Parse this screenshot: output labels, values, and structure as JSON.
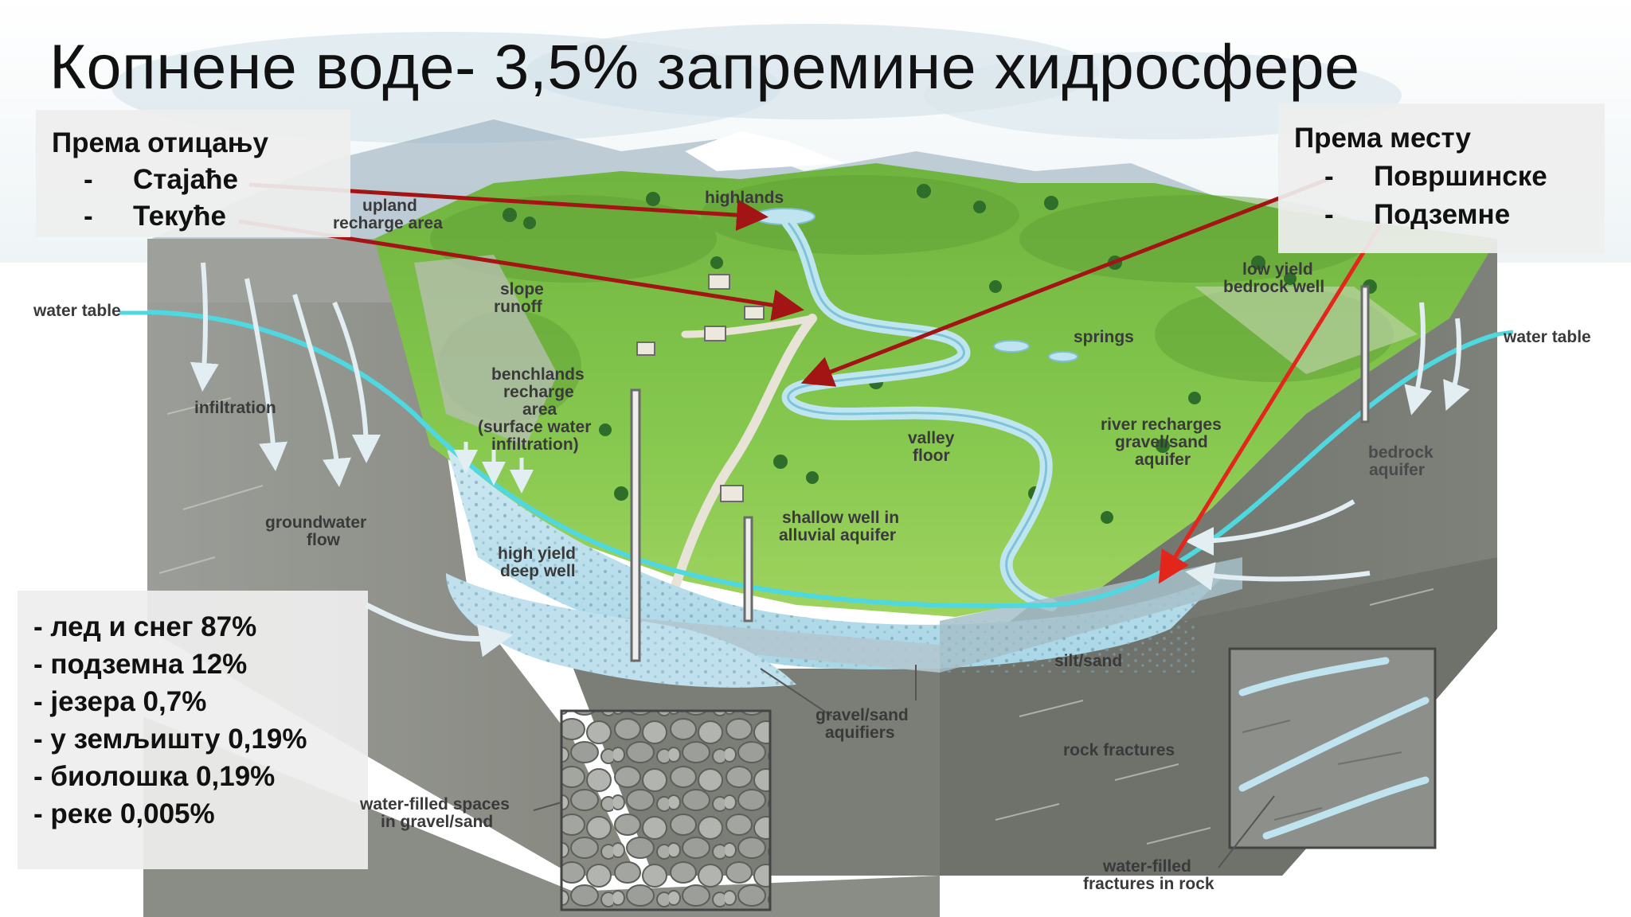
{
  "title": "Копнене воде- 3,5% запремине хидросфере",
  "left_panel": {
    "heading": "Према отицању",
    "items": [
      "Стајаће",
      "Текуће"
    ]
  },
  "right_panel": {
    "heading": "Према месту",
    "items": [
      "Површинске",
      "Подземне"
    ]
  },
  "stats": [
    "- лед и снег 87%",
    "- подземна 12%",
    "- језера 0,7%",
    "- у земљишту 0,19%",
    "- биолошка 0,19%",
    "- реке 0,005%"
  ],
  "diagram_labels": {
    "highlands": "highlands",
    "upland_1": "upland",
    "upland_2": "recharge area",
    "slope_1": "slope",
    "slope_2": "runoff",
    "water_table_left": "water table",
    "water_table_right": "water table",
    "infiltration": "infiltration",
    "benchlands_1": "benchlands",
    "benchlands_2": "recharge",
    "benchlands_3": "area",
    "benchlands_4": "(surface water",
    "benchlands_5": "infiltration)",
    "groundwater_1": "groundwater",
    "groundwater_2": "flow",
    "high_yield_1": "high yield",
    "high_yield_2": "deep well",
    "shallow_1": "shallow well in",
    "shallow_2": "alluvial aquifer",
    "valley_1": "valley",
    "valley_2": "floor",
    "springs": "springs",
    "river_1": "river recharges",
    "river_2": "gravel/sand",
    "river_3": "aquifer",
    "low_yield_1": "low yield",
    "low_yield_2": "bedrock well",
    "bedrock_1": "bedrock",
    "bedrock_2": "aquifer",
    "gravel_aq_1": "gravel/sand",
    "gravel_aq_2": "aquifiers",
    "silt": "silt/sand",
    "rock_fractures": "rock fractures",
    "water_spaces_1": "water-filled spaces",
    "water_spaces_2": "in gravel/sand",
    "water_fractures_1": "water-filled",
    "water_fractures_2": "fractures in rock"
  },
  "colors": {
    "arrow": "#a31515",
    "arrow_bright": "#e3261c",
    "water_table": "#4fd8e0",
    "terrain": "#7cc24a",
    "rock": "#8f918c"
  }
}
